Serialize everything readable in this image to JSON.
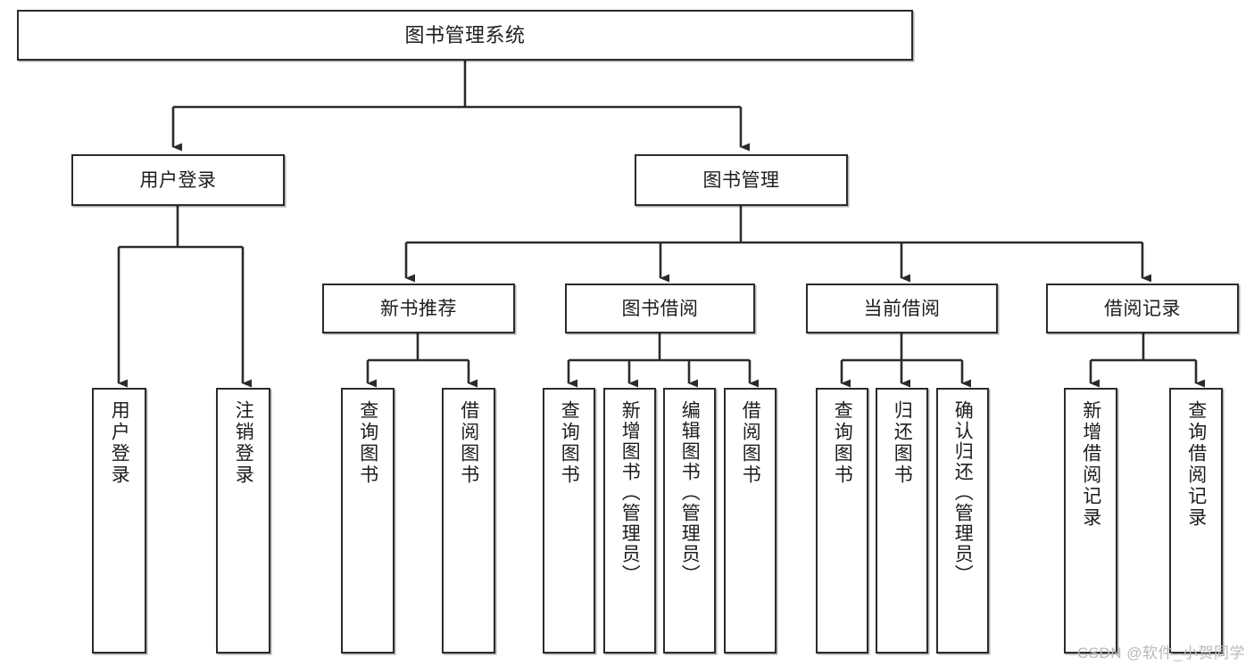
{
  "diagram": {
    "title": "图书管理系统",
    "type": "tree-hierarchy-diagram",
    "watermark": "CSDN @软件_小贺同学",
    "colors": {
      "box_border": "#2b2b2b",
      "box_fill": "#ffffff",
      "text": "#1d1d1d",
      "edge": "#2b2b2b",
      "watermark": "#b9b9b9",
      "background": "#ffffff"
    },
    "nodes": {
      "root": {
        "label": "图书管理系统"
      },
      "level1": [
        {
          "id": "user-login",
          "label": "用户登录"
        },
        {
          "id": "book-manage",
          "label": "图书管理"
        }
      ],
      "level2": [
        {
          "id": "new-book-recommend",
          "label": "新书推荐"
        },
        {
          "id": "book-borrow",
          "label": "图书借阅"
        },
        {
          "id": "current-borrow",
          "label": "当前借阅"
        },
        {
          "id": "borrow-record",
          "label": "借阅记录"
        }
      ],
      "leaves": {
        "user_login": [
          {
            "id": "leaf-user-login",
            "label": "用户登录"
          },
          {
            "id": "leaf-logout-login",
            "label": "注销登录"
          }
        ],
        "new_book_recommend": [
          {
            "id": "leaf-query-book-1",
            "label": "查询图书"
          },
          {
            "id": "leaf-borrow-book-1",
            "label": "借阅图书"
          }
        ],
        "book_borrow": [
          {
            "id": "leaf-query-book-2",
            "label": "查询图书"
          },
          {
            "id": "leaf-add-book",
            "label": "新增图书（管理员）"
          },
          {
            "id": "leaf-edit-book",
            "label": "编辑图书（管理员）"
          },
          {
            "id": "leaf-borrow-book-2",
            "label": "借阅图书"
          }
        ],
        "current_borrow": [
          {
            "id": "leaf-query-book-3",
            "label": "查询图书"
          },
          {
            "id": "leaf-return-book",
            "label": "归还图书"
          },
          {
            "id": "leaf-confirm-return",
            "label": "确认归还（管理员）"
          }
        ],
        "borrow_record": [
          {
            "id": "leaf-add-record",
            "label": "新增借阅记录"
          },
          {
            "id": "leaf-query-record",
            "label": "查询借阅记录"
          }
        ]
      }
    }
  }
}
